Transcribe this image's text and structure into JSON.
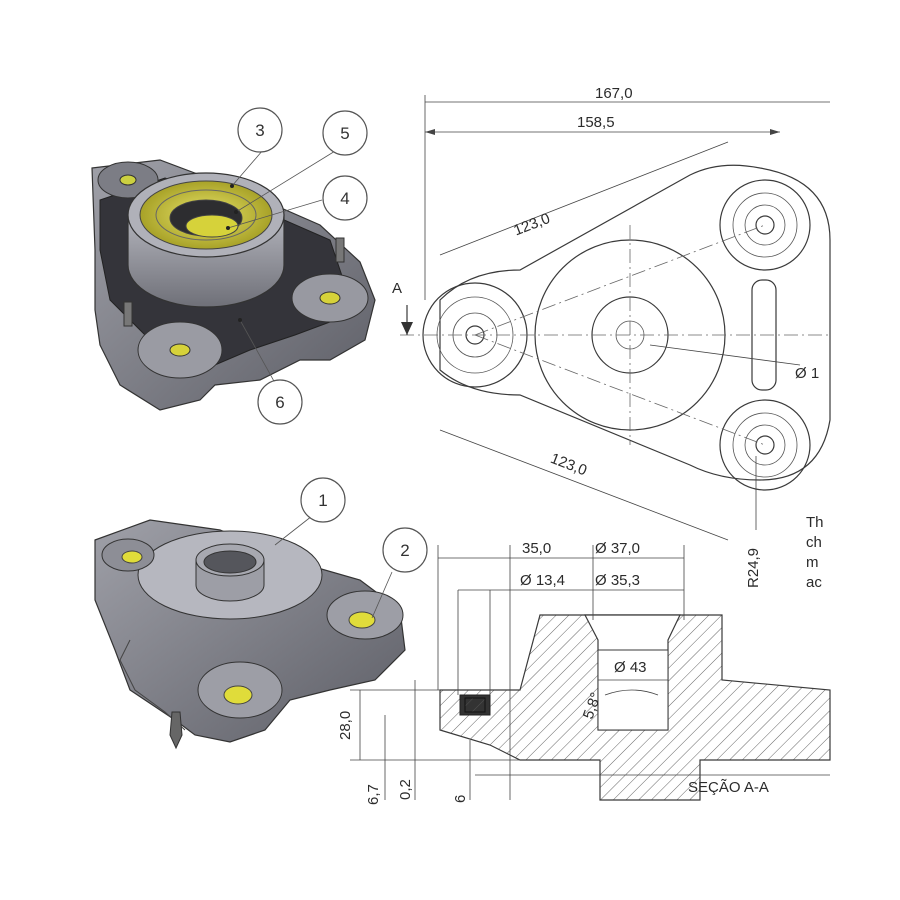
{
  "colors": {
    "part_gray": "#8f9098",
    "part_dark": "#3d3d42",
    "bearing_yellow": "#d6d23a",
    "line": "#3a3a3a"
  },
  "balloons": {
    "b1": "1",
    "b2": "2",
    "b3": "3",
    "b4": "4",
    "b5": "5",
    "b6": "6"
  },
  "top_view": {
    "dim_167": "167,0",
    "dim_158": "158,5",
    "dim_123_top": "123,0",
    "dim_123_bottom": "123,0",
    "dim_r249": "R24,9",
    "dim_dia_partial": "Ø 1",
    "section_marker": "A",
    "note_fragment": [
      "Th",
      "ch",
      "m",
      "ac"
    ]
  },
  "section_view": {
    "dim_35": "35,0",
    "dim_d37": "Ø 37,0",
    "dim_d134": "Ø 13,4",
    "dim_d353": "Ø 35,3",
    "dim_d43": "Ø 43",
    "dim_angle": "5,8°",
    "dim_28": "28,0",
    "dim_67": "6,7",
    "dim_02": "0,2",
    "dim_6": "6",
    "section_title": "SEÇÃO A-A"
  }
}
